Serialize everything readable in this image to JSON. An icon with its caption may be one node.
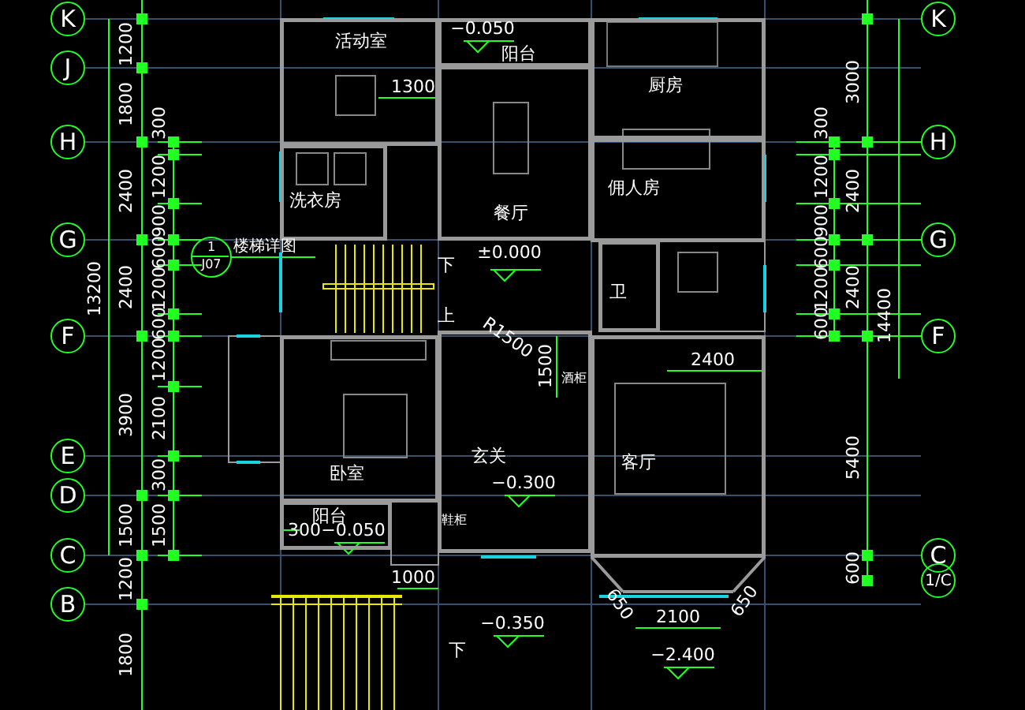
{
  "diagram": {
    "nodes": [
      {
        "text": [
          "活动室"
        ]
      },
      {
        "text": [
          "阳台"
        ]
      },
      {
        "text": [
          "厨房"
        ]
      },
      {
        "text": [
          "洗衣房"
        ]
      },
      {
        "text": [
          "餐厅"
        ]
      },
      {
        "text": [
          "佣人房"
        ]
      },
      {
        "text": [
          "卫"
        ]
      },
      {
        "text": [
          "卧室"
        ]
      },
      {
        "text": [
          "玄关"
        ]
      },
      {
        "text": [
          "客厅"
        ]
      },
      {
        "text": [
          "阳台"
        ]
      },
      {
        "text": [
          "1",
          "J07"
        ],
        "beside": [
          "楼梯详图"
        ]
      },
      {
        "text": [
          "K"
        ]
      },
      {
        "text": [
          "J"
        ]
      },
      {
        "text": [
          "H"
        ]
      },
      {
        "text": [
          "G"
        ]
      },
      {
        "text": [
          "F"
        ]
      },
      {
        "text": [
          "E"
        ]
      },
      {
        "text": [
          "D"
        ]
      },
      {
        "text": [
          "C"
        ]
      },
      {
        "text": [
          "B"
        ]
      },
      {
        "text": [
          "K"
        ]
      },
      {
        "text": [
          "H"
        ]
      },
      {
        "text": [
          "G"
        ]
      },
      {
        "text": [
          "F"
        ]
      },
      {
        "text": [
          "C"
        ]
      },
      {
        "text": [
          "1/C"
        ]
      }
    ],
    "labels": [
      "−0.050",
      "1300",
      "±0.000",
      "下",
      "上",
      "R1500",
      "1500",
      "酒柜",
      "2400",
      "−0.300",
      "300",
      "−0.050",
      "鞋柜",
      "1000",
      "650",
      "2100",
      "650",
      "−0.350",
      "下",
      "−2.400",
      "1200",
      "1800",
      "2400",
      "2400",
      "3900",
      "1500",
      "1200",
      "1800",
      "13200",
      "300",
      "1200",
      "900",
      "600",
      "1200",
      "600",
      "1200",
      "2100",
      "300",
      "1500",
      "3000",
      "2400",
      "2400",
      "5400",
      "600",
      "14400",
      "300",
      "1200",
      "900",
      "600",
      "1200",
      "600"
    ]
  }
}
